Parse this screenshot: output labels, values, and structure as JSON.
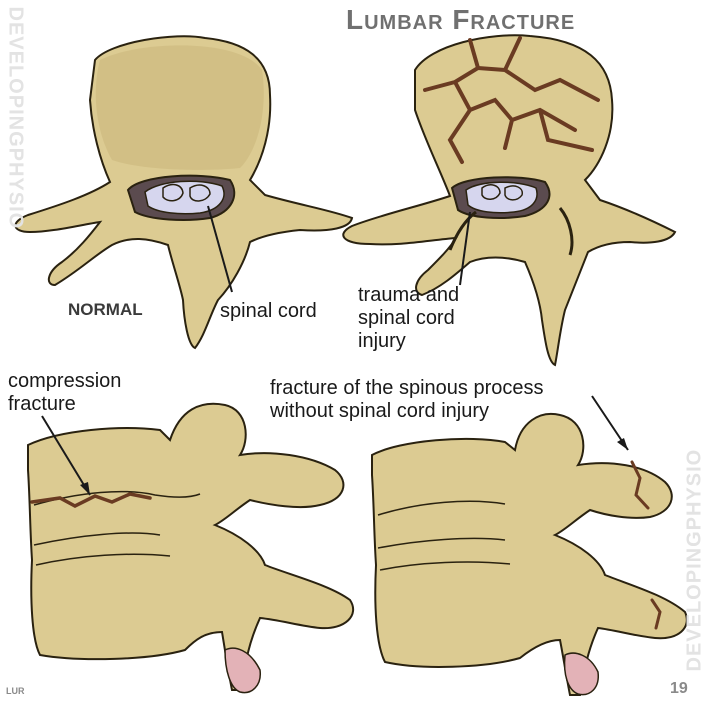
{
  "title": "Lumbar Fracture",
  "labels": {
    "normal": "NORMAL",
    "spinal_cord": "spinal cord",
    "trauma": "trauma and\nspinal cord\ninjury",
    "compression": "compression\nfracture",
    "spinous": "fracture of the spinous process\nwithout spinal cord injury"
  },
  "watermarks": {
    "left": "DEVELOPINGPHYSIO",
    "right": "DEVELOPINGPHYSIO"
  },
  "corner_left": "LUR",
  "page_number": "19",
  "colors": {
    "bone": "#dccb92",
    "bone_shade": "#c2ad6c",
    "outline": "#2a2210",
    "fracture": "#6a3b22",
    "cord": "#d6d6ee",
    "canal": "#5b4b4f",
    "disc_pink": "#e3b2b7"
  }
}
